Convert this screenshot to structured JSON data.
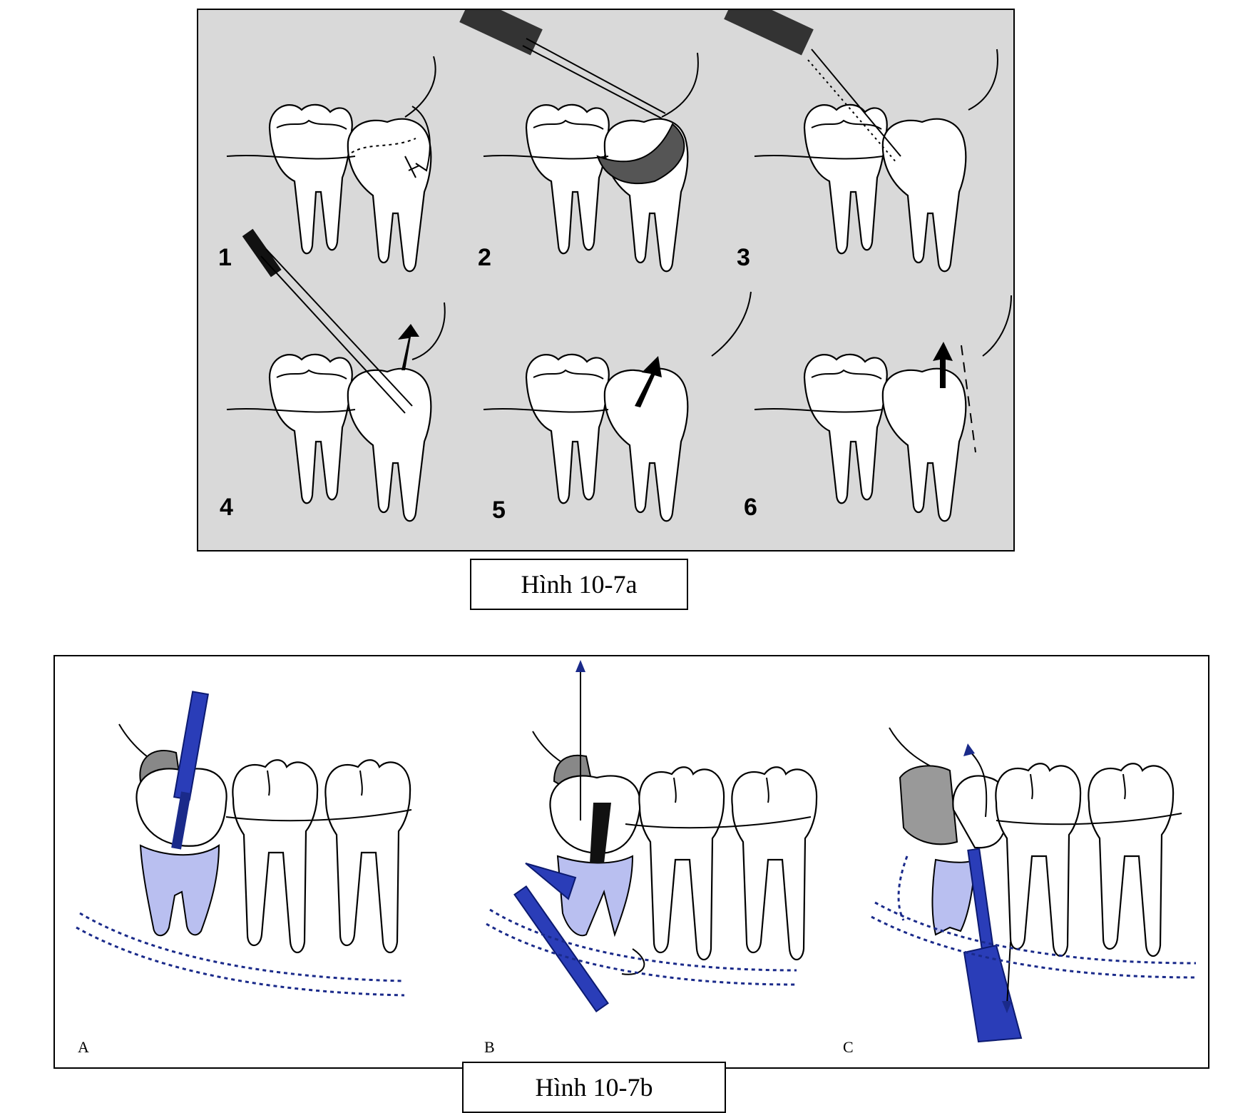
{
  "figure_a": {
    "caption": "Hình 10-7a",
    "steps": [
      "1",
      "2",
      "3",
      "4",
      "5",
      "6"
    ]
  },
  "figure_b": {
    "caption": "Hình 10-7b",
    "panels": [
      "A",
      "B",
      "C"
    ]
  },
  "colors": {
    "panel_a_background": "#d9d9d9",
    "tooth_fill_highlight": "#b9bff0",
    "instrument_blue": "#2a3db8",
    "nerve_canal": "#1a2a8a"
  }
}
